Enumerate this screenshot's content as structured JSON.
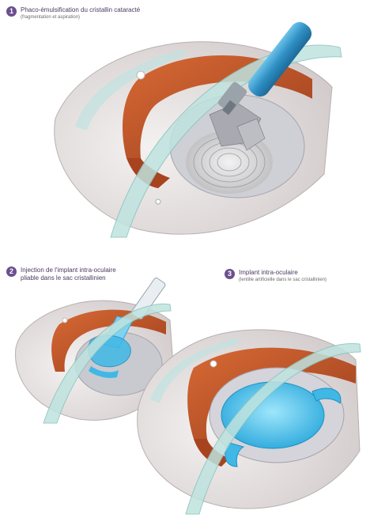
{
  "colors": {
    "step_badge": "#6b4f8e",
    "iris": "#c85a2c",
    "lens_blue": "#3fb8e6",
    "sclera": "#e8e3e3",
    "cornea": "#9fd7d2",
    "instrument_blue": "#2f8fc4"
  },
  "steps": [
    {
      "number": "1",
      "title": "Phaco-émulsification du cristallin cataracté",
      "subtitle": "(fragmentation et aspiration)"
    },
    {
      "number": "2",
      "title": "Injection de l'implant intra-oculaire",
      "title_line2": "pliable dans le sac cristallinien",
      "subtitle": ""
    },
    {
      "number": "3",
      "title": "Implant intra-oculaire",
      "subtitle": "(lentille artificielle dans le sac cristallinien)"
    }
  ]
}
